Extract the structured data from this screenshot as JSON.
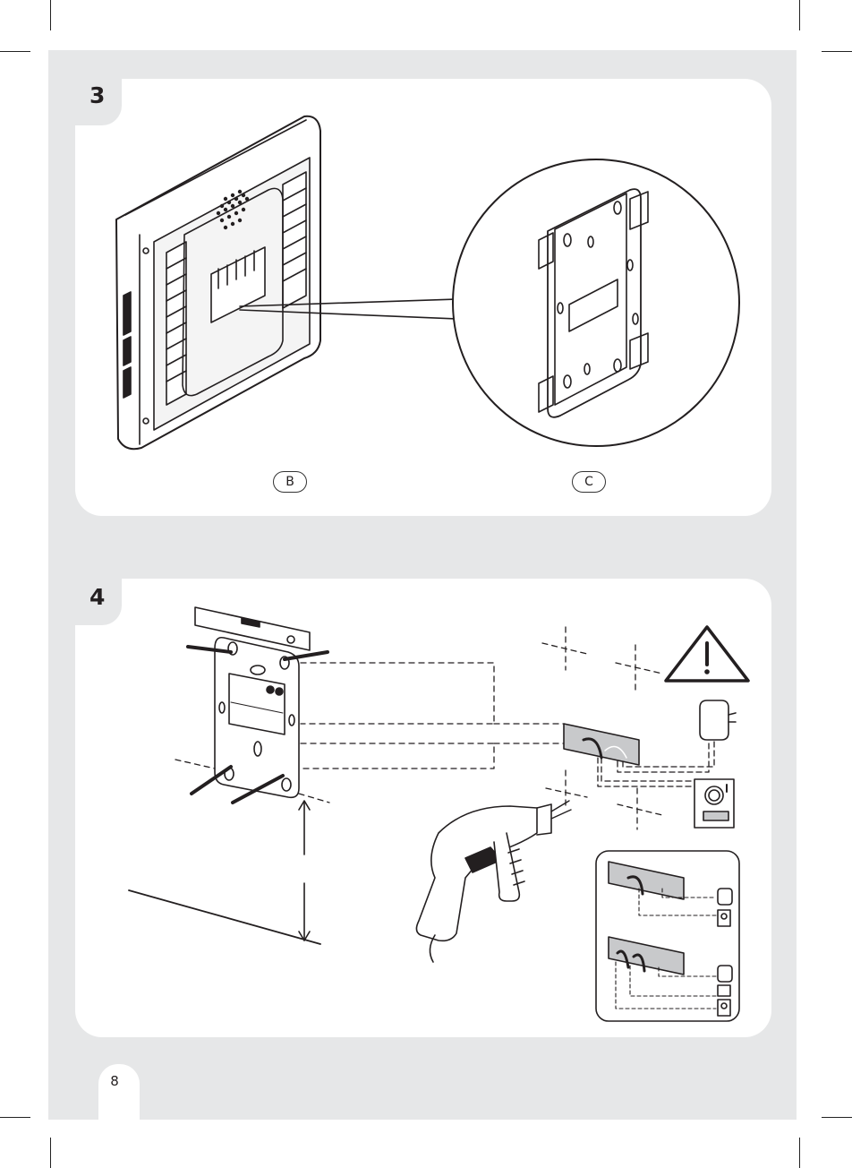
{
  "page": {
    "number": "8"
  },
  "steps": [
    {
      "number": "3",
      "labels": [
        "B",
        "C"
      ]
    },
    {
      "number": "4"
    }
  ],
  "icons": [
    "warning-triangle-icon",
    "power-adapter-icon",
    "door-station-icon",
    "drill-icon",
    "spirit-level-icon"
  ],
  "colors": {
    "sheet": "#e6e7e8",
    "panel": "#ffffff",
    "line": "#231f20",
    "wall-plate": "#c8c9cb"
  }
}
